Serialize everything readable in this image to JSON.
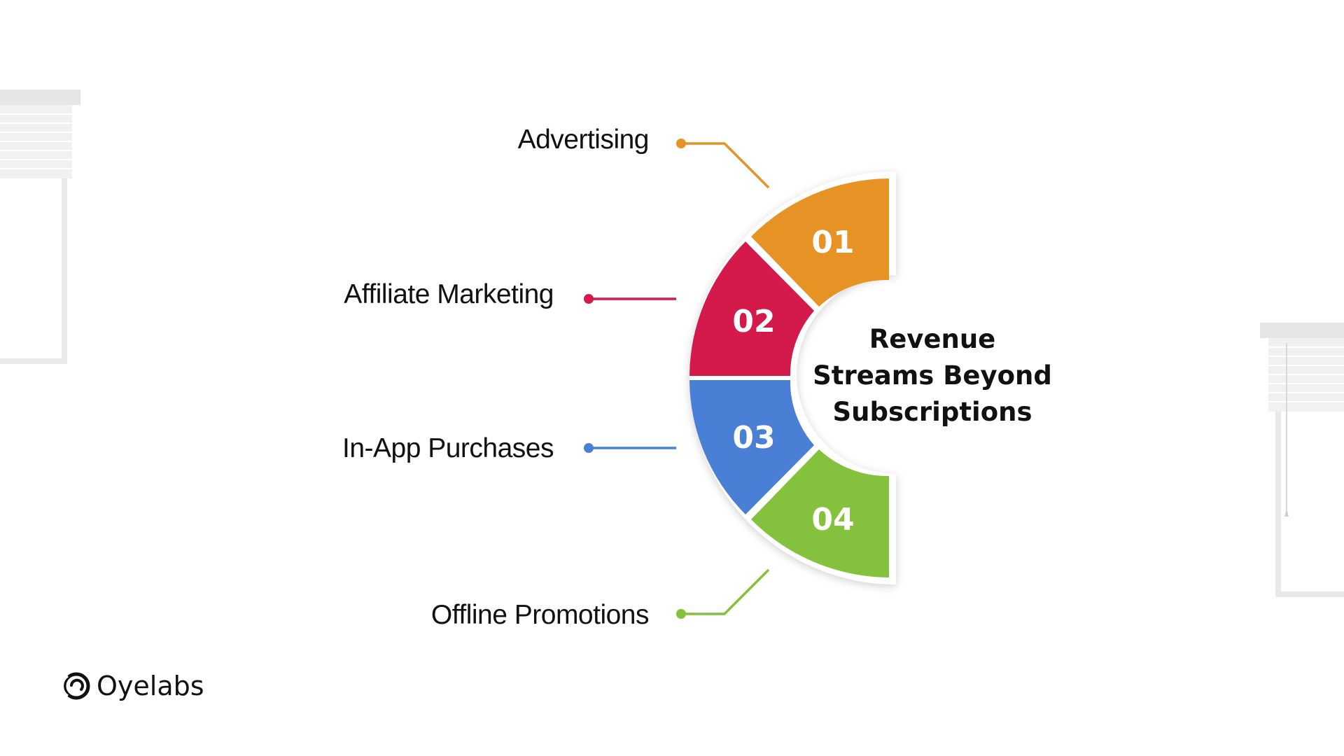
{
  "center_title": [
    "Revenue",
    "Streams Beyond",
    "Subscriptions"
  ],
  "segments": [
    {
      "number": "01",
      "label": "Advertising",
      "color": "#E69224"
    },
    {
      "number": "02",
      "label": "Affiliate Marketing",
      "color": "#D31A4A"
    },
    {
      "number": "03",
      "label": "In-App Purchases",
      "color": "#4A7FD6"
    },
    {
      "number": "04",
      "label": "Offline Promotions",
      "color": "#84C13D"
    }
  ],
  "brand": {
    "name": "Oyelabs",
    "icon": "oyelabs-logo-icon"
  },
  "decor": {
    "window_frame_color": "#E9E9E9"
  }
}
